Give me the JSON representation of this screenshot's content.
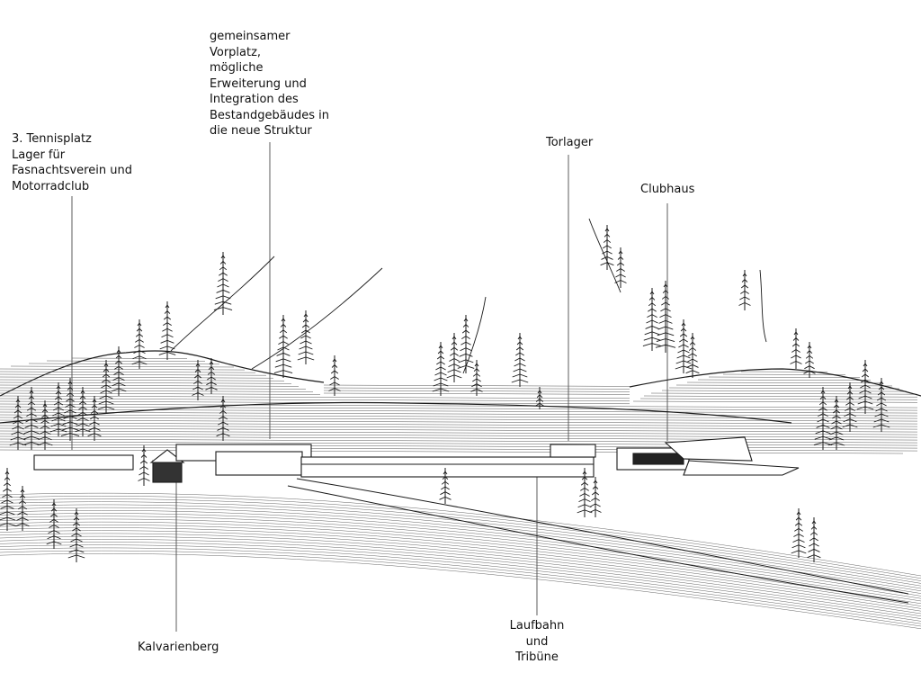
{
  "labels": {
    "vorplatz": "gemeinsamer\nVorplatz,\nmögliche\nErweiterung und\nIntegration des\nBestandgebäudes in\ndie neue Struktur",
    "tennis": "3. Tennisplatz\nLager für\nFasnachtsverein und\nMotorradclub",
    "torlager": "Torlager",
    "clubhaus": "Clubhaus",
    "kalvarienberg": "Kalvarienberg",
    "laufbahn": "Laufbahn\nund\nTribüne"
  },
  "colors": {
    "ink": "#1a1a1a",
    "hatch": "#555555",
    "background": "#ffffff"
  }
}
